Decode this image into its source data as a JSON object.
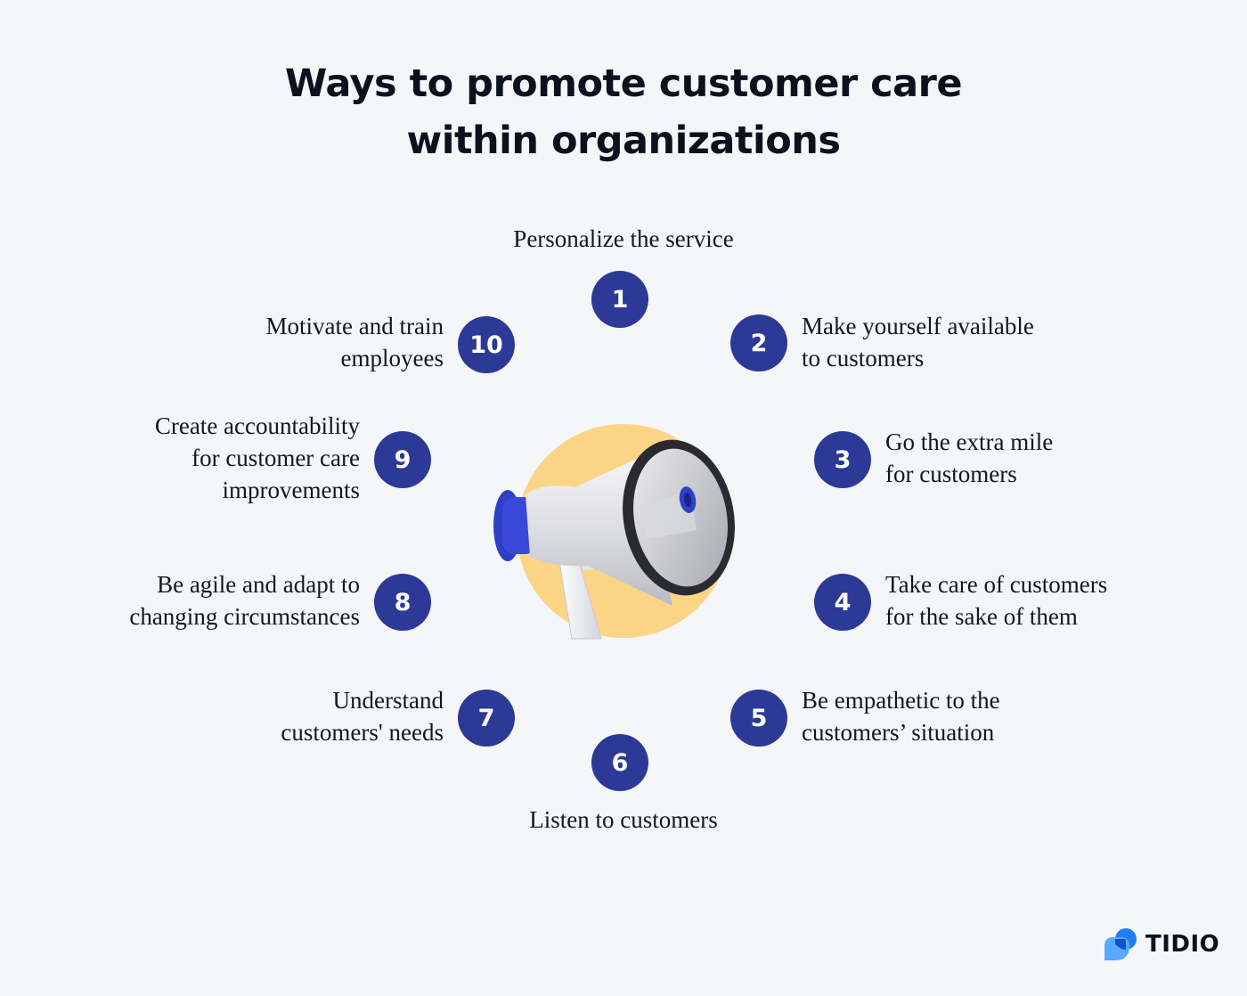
{
  "title": {
    "line1": "Ways to promote customer care",
    "line2": "within organizations"
  },
  "items": [
    {
      "number": "1",
      "lines": [
        "Personalize the service"
      ]
    },
    {
      "number": "2",
      "lines": [
        "Make yourself available",
        "to customers"
      ]
    },
    {
      "number": "3",
      "lines": [
        "Go the extra mile",
        "for customers"
      ]
    },
    {
      "number": "4",
      "lines": [
        "Take care of customers",
        "for the sake of them"
      ]
    },
    {
      "number": "5",
      "lines": [
        "Be empathetic to the",
        "customers’ situation"
      ]
    },
    {
      "number": "6",
      "lines": [
        "Listen to customers"
      ]
    },
    {
      "number": "7",
      "lines": [
        "Understand",
        "customers' needs"
      ]
    },
    {
      "number": "8",
      "lines": [
        "Be agile and adapt to",
        "changing circumstances"
      ]
    },
    {
      "number": "9",
      "lines": [
        "Create accountability",
        "for customer care",
        "improvements"
      ]
    },
    {
      "number": "10",
      "lines": [
        "Motivate and train",
        "employees"
      ]
    }
  ],
  "center_icon": "megaphone-icon",
  "logo": {
    "text": "TIDIO",
    "icon": "tidio-logo-icon"
  },
  "colors": {
    "background": "#f5f6f8",
    "badge": "#2d3996",
    "badge_text": "#ffffff",
    "circle": "#fcd485",
    "logo_blue": "#1c7ff5"
  }
}
